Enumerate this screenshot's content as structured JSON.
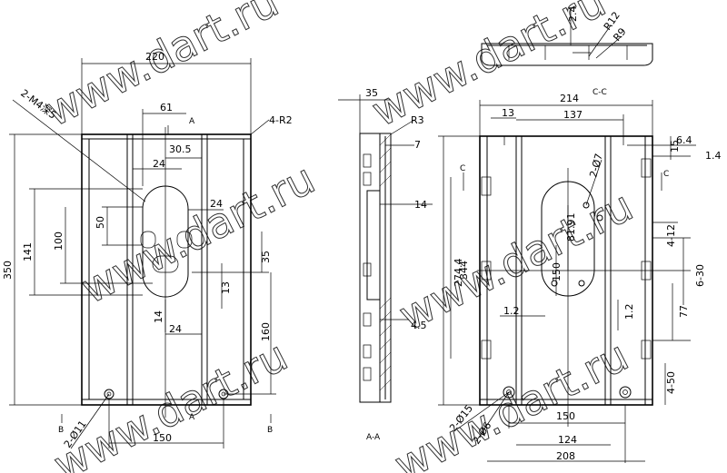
{
  "watermarks": [
    "www.dart.ru"
  ],
  "view_labels": {
    "section_aa": "A-A",
    "section_cc": "C-C",
    "mark_a": "A",
    "mark_b": "B",
    "mark_c": "C"
  },
  "callouts": {
    "thread": "2-M4深5",
    "corner_radius": "4-R2",
    "r12": "R12",
    "r9": "R9",
    "r3": "R3",
    "hole_15": "2-Ø15",
    "hole_6": "2-Ø6",
    "hole_11": "2-Ø11",
    "hole_7": "2-Ø7"
  },
  "dimensions": {
    "left": {
      "d220": "220",
      "d61": "61",
      "d30_5": "30.5",
      "d24a": "24",
      "d24b": "24",
      "d24c": "24",
      "d50": "50",
      "d100": "100",
      "d141": "141",
      "d350": "350",
      "d35": "35",
      "d13": "13",
      "d14": "14",
      "d160": "160",
      "d150": "150"
    },
    "middle": {
      "d35": "35",
      "d7": "7",
      "d14": "14",
      "d4_5": "4.5"
    },
    "right": {
      "d214": "214",
      "d13": "13",
      "d137": "137",
      "d2_4": "2.4",
      "d6_4": "6.4",
      "d15": "15",
      "d1_4": "1.4",
      "d344": "344",
      "d274_4": "274.4",
      "d81_91": "81.91",
      "d150v": "150",
      "d1_2a": "1.2",
      "d1_2b": "1.2",
      "d4_12": "4-12",
      "d6_30": "6-30",
      "d77": "77",
      "d4_50": "4-50",
      "d150h": "150",
      "d124": "124",
      "d208": "208"
    }
  }
}
